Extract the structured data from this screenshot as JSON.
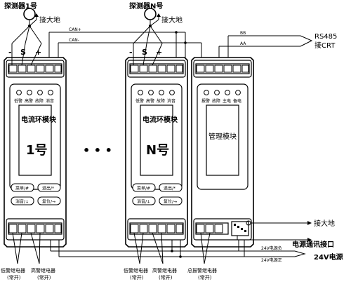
{
  "detectors": {
    "d1": "探测器1号",
    "dn": "探测器N号",
    "ground": "接大地"
  },
  "terminals": {
    "minus": "-",
    "s": "S",
    "plus": "+"
  },
  "wires": {
    "can_plus": "CAN+",
    "can_minus": "CAN-",
    "bb": "BB",
    "aa": "AA"
  },
  "rs485": {
    "line1": "RS485",
    "line2": "接CRT"
  },
  "module_current": {
    "led_labels": [
      "低警",
      "高警",
      "故障",
      "消音"
    ],
    "title": "电流环模块",
    "number_1": "1号",
    "number_n": "N号",
    "buttons": [
      "菜单/#",
      "退出/*",
      "消音/↓",
      "复位/→"
    ]
  },
  "ellipsis": "• • •",
  "module_manage": {
    "led_labels": [
      "报警",
      "故障",
      "主电",
      "备电"
    ],
    "title": "管理模块"
  },
  "right_side": {
    "ground": "接大地",
    "power_port": "电源通讯接口",
    "v24_neg": "24V电源负",
    "v24_pos": "24V电源正",
    "v24": "24V电源"
  },
  "relays": {
    "low": "低警继电器",
    "high": "高警继电器",
    "total": "总报警继电器",
    "normally_open": "(常开)"
  },
  "colors": {
    "line": "#000000",
    "background": "#ffffff"
  }
}
